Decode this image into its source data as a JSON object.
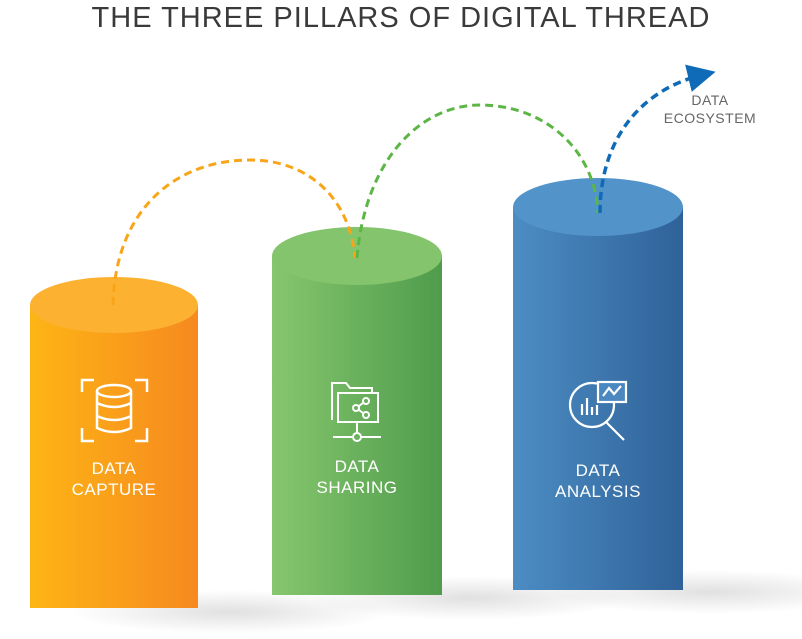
{
  "title": "THE THREE PILLARS OF DIGITAL THREAD",
  "pillars": [
    {
      "line1": "DATA",
      "line2": "CAPTURE",
      "icon": "database-icon",
      "color": "#fbb034"
    },
    {
      "line1": "DATA",
      "line2": "SHARING",
      "icon": "folder-share-icon",
      "color": "#84c46c"
    },
    {
      "line1": "DATA",
      "line2": "ANALYSIS",
      "icon": "magnifier-chart-icon",
      "color": "#5293c9"
    }
  ],
  "ecosystem": {
    "line1": "DATA",
    "line2": "ECOSYSTEM"
  }
}
